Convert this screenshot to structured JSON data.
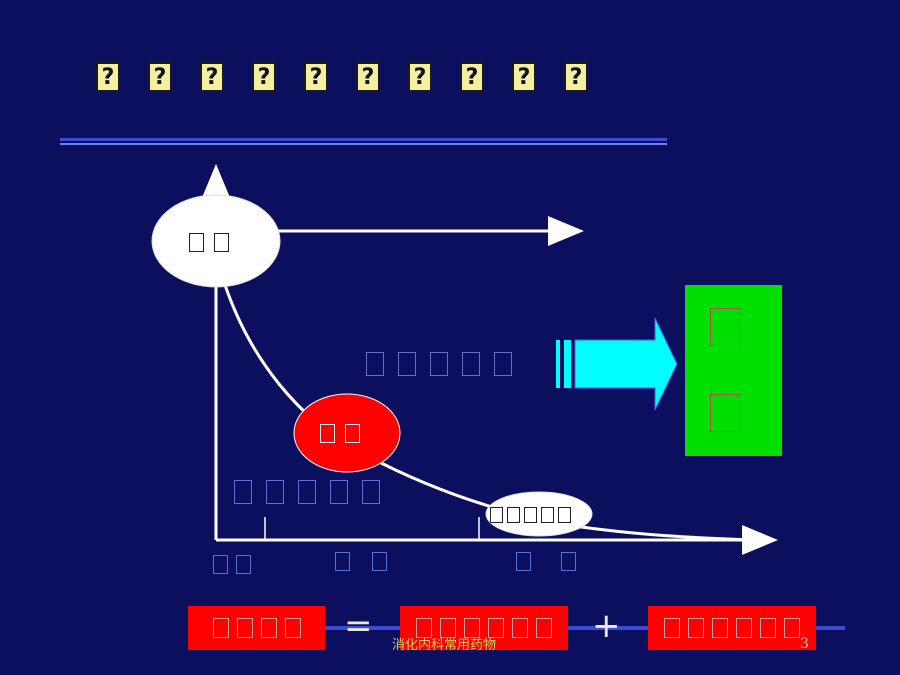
{
  "title": {
    "glyph_count": 10
  },
  "footer": {
    "text": "消化内科常用药物",
    "page": "3"
  },
  "colors": {
    "background": "#0b0f5e",
    "accent_red": "#ff0000",
    "accent_green": "#00e000",
    "arrow_cyan": "#00ffff"
  }
}
